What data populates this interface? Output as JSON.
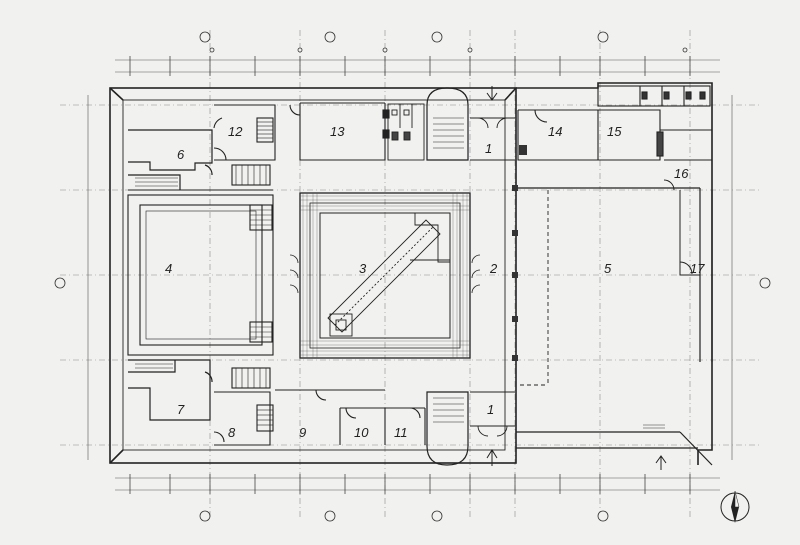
{
  "drawing": {
    "rooms": {
      "r1_top": "1",
      "r1_bottom": "1",
      "r2": "2",
      "r3": "3",
      "r4": "4",
      "r5": "5",
      "r6": "6",
      "r7": "7",
      "r8": "8",
      "r9": "9",
      "r10": "10",
      "r11": "11",
      "r12": "12",
      "r13": "13",
      "r14": "14",
      "r15": "15",
      "r16": "16",
      "r17": "17"
    },
    "colors": {
      "ink": "#2a2a2a",
      "paper": "#f1f1ef",
      "grid": "#777777"
    },
    "icons": {
      "north_arrow": "north-arrow-icon",
      "entrance_arrow": "arrow-up-icon"
    }
  }
}
